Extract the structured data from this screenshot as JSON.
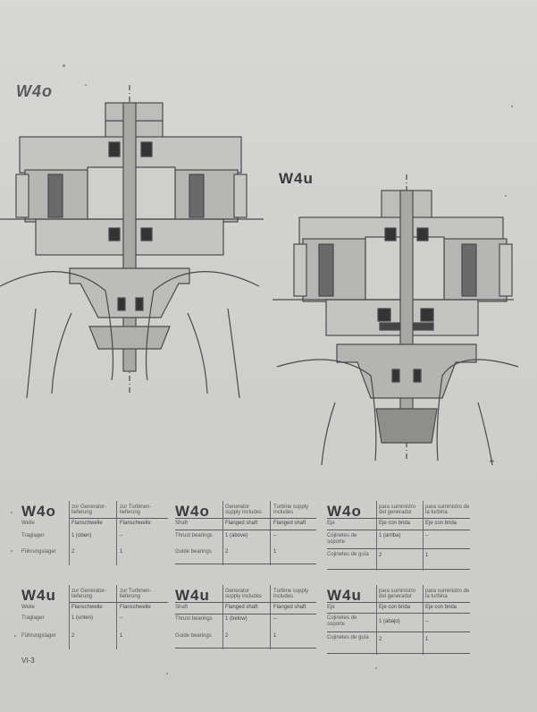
{
  "page": {
    "footer": "VI-3"
  },
  "drawings": {
    "left_label": "W4o",
    "right_label": "W4u"
  },
  "tables": {
    "top": [
      {
        "title": "W4o",
        "col1": "zur Generator-lieferung",
        "col2": "zur Turbinen-lieferung",
        "rows": [
          {
            "label": "Welle",
            "c1": "Flanschwelle",
            "c2": "Flanschwelle"
          },
          {
            "label": "Traglager",
            "c1": "1 (oben)",
            "c2": "–"
          },
          {
            "label": "Führungslager",
            "c1": "2",
            "c2": "1"
          }
        ]
      },
      {
        "title": "W4o",
        "col1": "Generator supply includes",
        "col2": "Turbine supply includes",
        "rows": [
          {
            "label": "Shaft",
            "c1": "Flanged shaft",
            "c2": "Flanged shaft"
          },
          {
            "label": "Thrust bearings",
            "c1": "1 (above)",
            "c2": "–"
          },
          {
            "label": "Guide bearings",
            "c1": "2",
            "c2": "1"
          }
        ]
      },
      {
        "title": "W4o",
        "col1": "para suministro del generador",
        "col2": "para suministro de la turbina",
        "rows": [
          {
            "label": "Eje",
            "c1": "Eje con brida",
            "c2": "Eje con brida"
          },
          {
            "label": "Cojinetes de soporte",
            "c1": "1 (arriba)",
            "c2": "–"
          },
          {
            "label": "Cojinetes de guía",
            "c1": "2",
            "c2": "1"
          }
        ]
      }
    ],
    "bottom": [
      {
        "title": "W4u",
        "col1": "zur Generator-lieferung",
        "col2": "zur Turbinen-lieferung",
        "rows": [
          {
            "label": "Welle",
            "c1": "Flanschwelle",
            "c2": "Flanschwelle"
          },
          {
            "label": "Traglager",
            "c1": "1 (unten)",
            "c2": "–"
          },
          {
            "label": "Führungslager",
            "c1": "2",
            "c2": "1"
          }
        ]
      },
      {
        "title": "W4u",
        "col1": "Generator supply includes",
        "col2": "Turbine supply includes",
        "rows": [
          {
            "label": "Shaft",
            "c1": "Flanged shaft",
            "c2": "Flanged shaft"
          },
          {
            "label": "Thrust bearings",
            "c1": "1 (below)",
            "c2": "–"
          },
          {
            "label": "Guide bearings",
            "c1": "2",
            "c2": "1"
          }
        ]
      },
      {
        "title": "W4u",
        "col1": "para suministro del generador",
        "col2": "para suministro de la turbina",
        "rows": [
          {
            "label": "Eje",
            "c1": "Eje con brida",
            "c2": "Eje con brida"
          },
          {
            "label": "Cojinetes de soporte",
            "c1": "1 (abajo)",
            "c2": "–"
          },
          {
            "label": "Cojinetes de guía",
            "c1": "2",
            "c2": "1"
          }
        ]
      }
    ]
  }
}
